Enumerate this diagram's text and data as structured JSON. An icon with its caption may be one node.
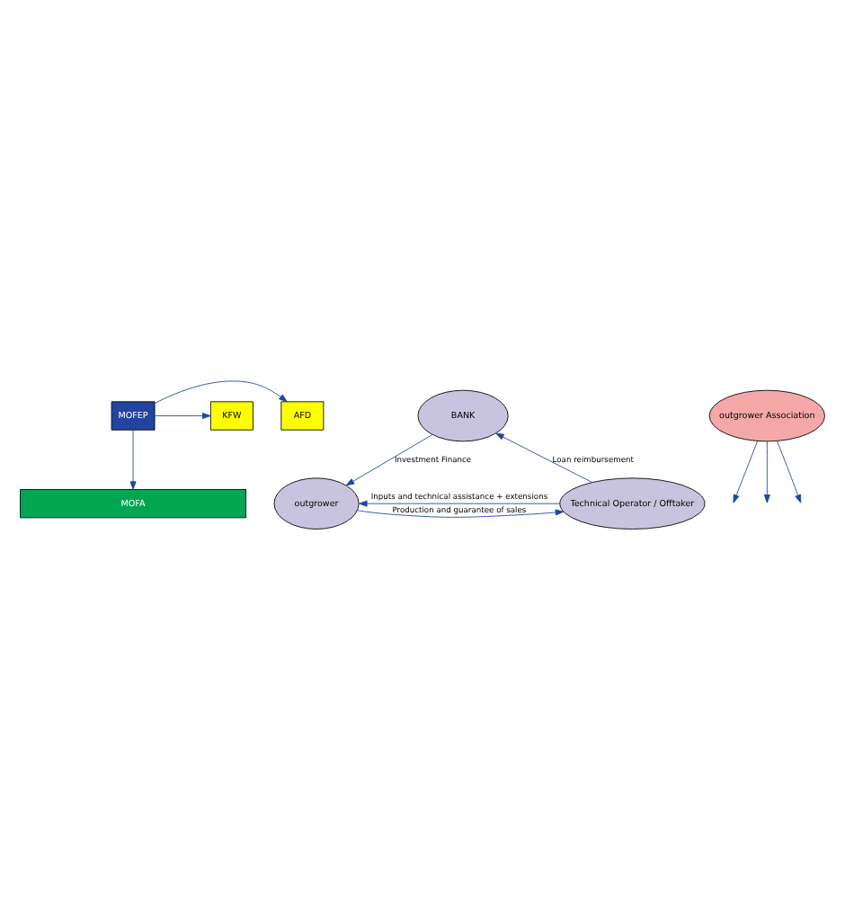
{
  "diagram": {
    "nodes": [
      {
        "text": [
          "AFD"
        ]
      },
      {
        "text": [
          "MOFEP"
        ]
      },
      {
        "text": [
          "KFW"
        ]
      },
      {
        "text": [
          "MOFA"
        ]
      },
      {
        "text": [
          "BANK"
        ]
      },
      {
        "text": [
          "outgrower Association"
        ]
      },
      {
        "text": [
          "outgrower"
        ]
      },
      {
        "text": [
          "Technical Operator / Offtaker"
        ]
      }
    ],
    "edges": [
      {
        "from": 1,
        "to": 0,
        "arrow": "to"
      },
      {
        "from": 1,
        "to": 2,
        "arrow": "to"
      },
      {
        "from": 1,
        "to": 3,
        "arrow": "to"
      },
      {
        "from": 4,
        "to": 6,
        "arrow": "to",
        "label": "Investment Finance"
      },
      {
        "from": 7,
        "to": 4,
        "arrow": "to",
        "label": "Loan reimbursement"
      },
      {
        "from": 5,
        "to": null,
        "arrow": "to"
      },
      {
        "from": 5,
        "to": null,
        "arrow": "to"
      },
      {
        "from": 5,
        "to": null,
        "arrow": "to"
      },
      {
        "from": 7,
        "to": 6,
        "arrow": "to",
        "label": "Inputs and technical assistance + extensions"
      },
      {
        "from": 6,
        "to": 7,
        "arrow": "to",
        "label": "Production and guarantee of sales"
      }
    ]
  }
}
